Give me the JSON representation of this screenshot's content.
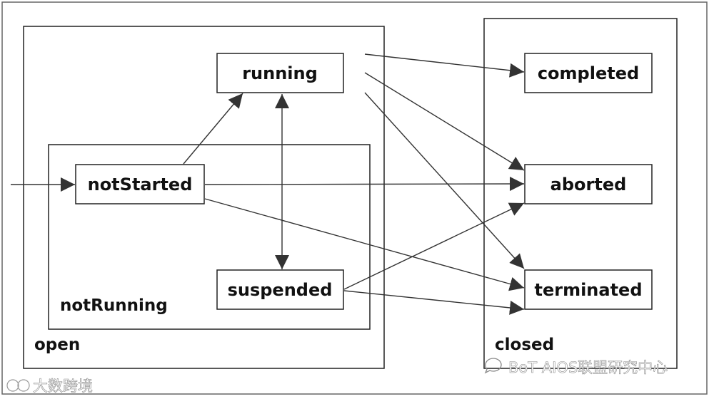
{
  "groups": {
    "open": "open",
    "not_running": "notRunning",
    "closed": "closed"
  },
  "states": {
    "running": "running",
    "not_started": "notStarted",
    "suspended": "suspended",
    "completed": "completed",
    "aborted": "aborted",
    "terminated": "terminated"
  },
  "watermarks": {
    "left": "大数跨境",
    "right": "BoT AIOS联盟研究中心"
  },
  "colors": {
    "line": "#333333",
    "box_border": "#222222",
    "outer_border": "#666666"
  }
}
